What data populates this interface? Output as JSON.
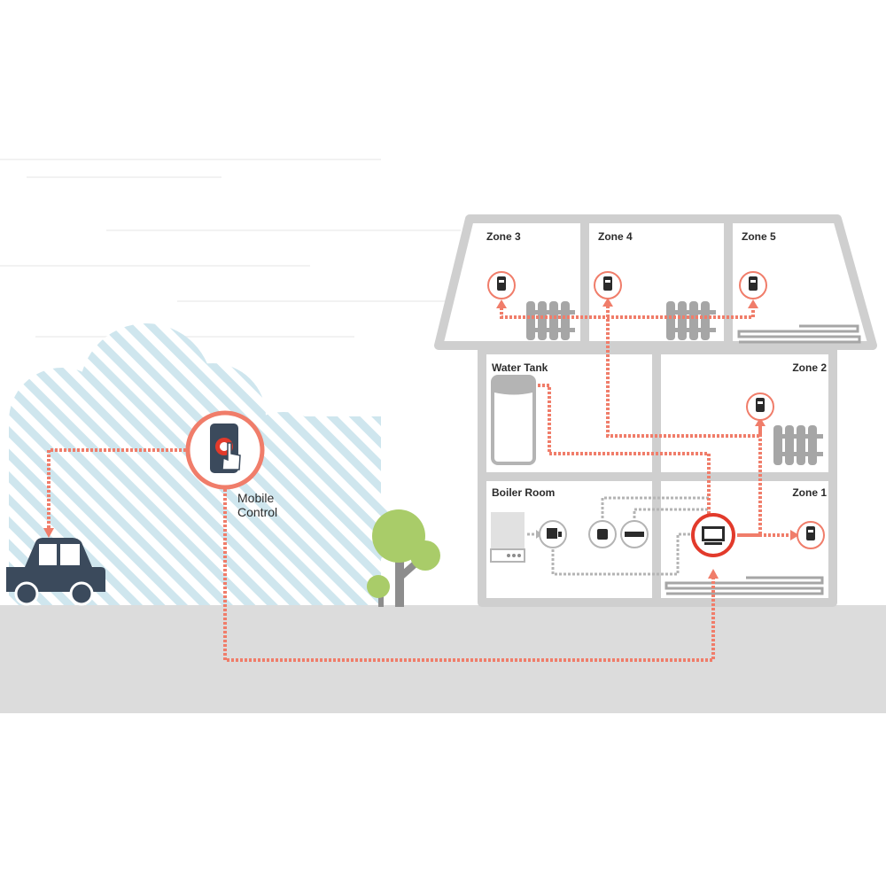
{
  "colors": {
    "link": "#f07d6a",
    "wired": "#b4b4b4",
    "house": "#cfcfcf",
    "ground": "#dcdcdc",
    "cloud_stripe": "#cfe6ee",
    "car": "#3b4a5c",
    "tree": "#a9cc69",
    "ring": "#e23a2b"
  },
  "rooms": {
    "zone3": "Zone 3",
    "zone4": "Zone 4",
    "zone5": "Zone 5",
    "water_tank": "Water Tank",
    "zone2": "Zone 2",
    "boiler_room": "Boiler Room",
    "zone1": "Zone 1"
  },
  "mobile": {
    "line1": "Mobile",
    "line2": "Control"
  }
}
